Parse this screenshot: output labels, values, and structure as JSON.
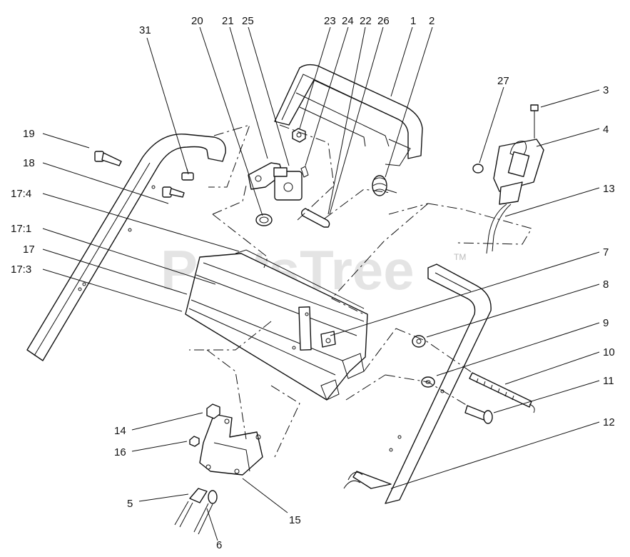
{
  "watermark": {
    "text": "PartsTree",
    "tm": "TM"
  },
  "callouts": {
    "c31": "31",
    "c20": "20",
    "c21": "21",
    "c25": "25",
    "c23": "23",
    "c24": "24",
    "c22": "22",
    "c26": "26",
    "c1": "1",
    "c2": "2",
    "c27": "27",
    "c3": "3",
    "c4": "4",
    "c13": "13",
    "c19": "19",
    "c18": "18",
    "c17_4": "17:4",
    "c17_1": "17:1",
    "c17": "17",
    "c17_3": "17:3",
    "c7": "7",
    "c8": "8",
    "c9": "9",
    "c10": "10",
    "c11": "11",
    "c12": "12",
    "c14": "14",
    "c16": "16",
    "c5": "5",
    "c6": "6",
    "c15": "15"
  }
}
